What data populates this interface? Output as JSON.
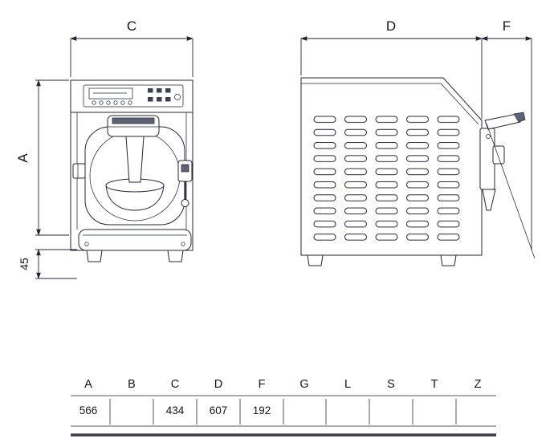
{
  "dimensions": {
    "C": "C",
    "D": "D",
    "F": "F",
    "A": "A",
    "foot": "45"
  },
  "table": {
    "headers": [
      "A",
      "B",
      "C",
      "D",
      "F",
      "G",
      "L",
      "S",
      "T",
      "Z"
    ],
    "values": [
      "566",
      "",
      "434",
      "607",
      "192",
      "",
      "",
      "",
      "",
      ""
    ]
  },
  "colors": {
    "line": "#23263a",
    "table_line": "#55555e",
    "text": "#15151c"
  }
}
